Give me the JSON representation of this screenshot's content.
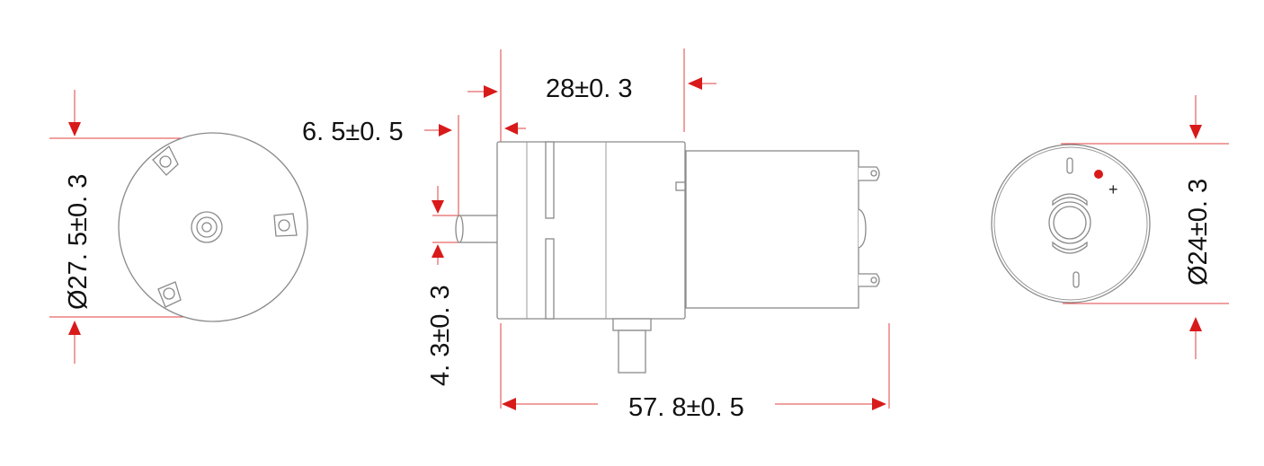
{
  "dimensions": {
    "front_diameter": "Ø27. 5±0. 3",
    "shaft_offset": "6. 5±0. 5",
    "pump_length": "28±0. 3",
    "shaft_diameter": "4. 3±0. 3",
    "total_length": "57. 8±0. 5",
    "rear_diameter": "Ø24±0. 3"
  },
  "labels": {
    "polarity": "+"
  },
  "colors": {
    "dimension_line": "#e04040",
    "arrow": "#d91a1a",
    "positive_dot": "#d91a1a"
  }
}
